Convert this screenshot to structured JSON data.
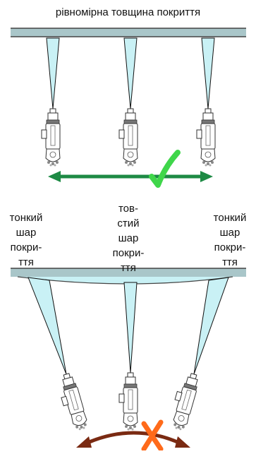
{
  "top": {
    "caption": "рівномірна товщина покриття",
    "result_icon": "check-mark-icon",
    "result_color": "#3fd64a",
    "arrow_color": "#1d8a44"
  },
  "bottom": {
    "label_left": "тонкий\nшар\nпокри-\nття",
    "label_middle": "тов-\nстий\nшар\nпокри-\nття",
    "label_right": "тонкий\nшар\nпокри-\nття",
    "result_icon": "cross-mark-icon",
    "result_color": "#ff6a1a",
    "arrow_color": "#7a2a12"
  },
  "colors": {
    "surface": "#a9c6c9",
    "spray": "#c9f1f5",
    "gun_body": "#ffffff",
    "gun_outline": "#333333"
  }
}
